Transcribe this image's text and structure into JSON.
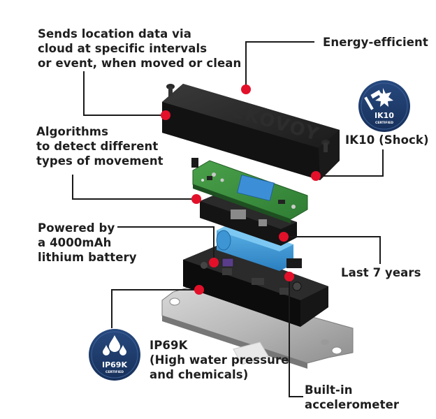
{
  "labels": {
    "location": [
      "Sends location data via",
      "cloud at specific intervals",
      "or event, when moved or clean"
    ],
    "energy": [
      "Energy-efficient"
    ],
    "algorithms": [
      "Algorithms",
      "to detect different",
      "types of movement"
    ],
    "ik10_label": [
      "IK10 (Shock)"
    ],
    "battery": [
      "Powered by",
      "a 4000mAh",
      "lithium battery"
    ],
    "last": [
      "Last 7 years"
    ],
    "ip69k_label": [
      "IP69K",
      "(High water pressure",
      "and chemicals)"
    ],
    "accelerometer": [
      "Built-in",
      "accelerometer"
    ]
  },
  "badges": {
    "ik10": {
      "title": "IK10",
      "sub": "CERTIFIED",
      "icon": "hammer-impact-icon",
      "color": "#1f3d6e"
    },
    "ip69k": {
      "title": "IP69K",
      "sub": "CERTIFIED",
      "icon": "water-drops-icon",
      "color": "#1f3d6e"
    }
  },
  "device_brand": "EKOVOY",
  "colors": {
    "marker": "#e3102a",
    "leader": "#1a1a1a",
    "badge": "#1f3d6e"
  }
}
